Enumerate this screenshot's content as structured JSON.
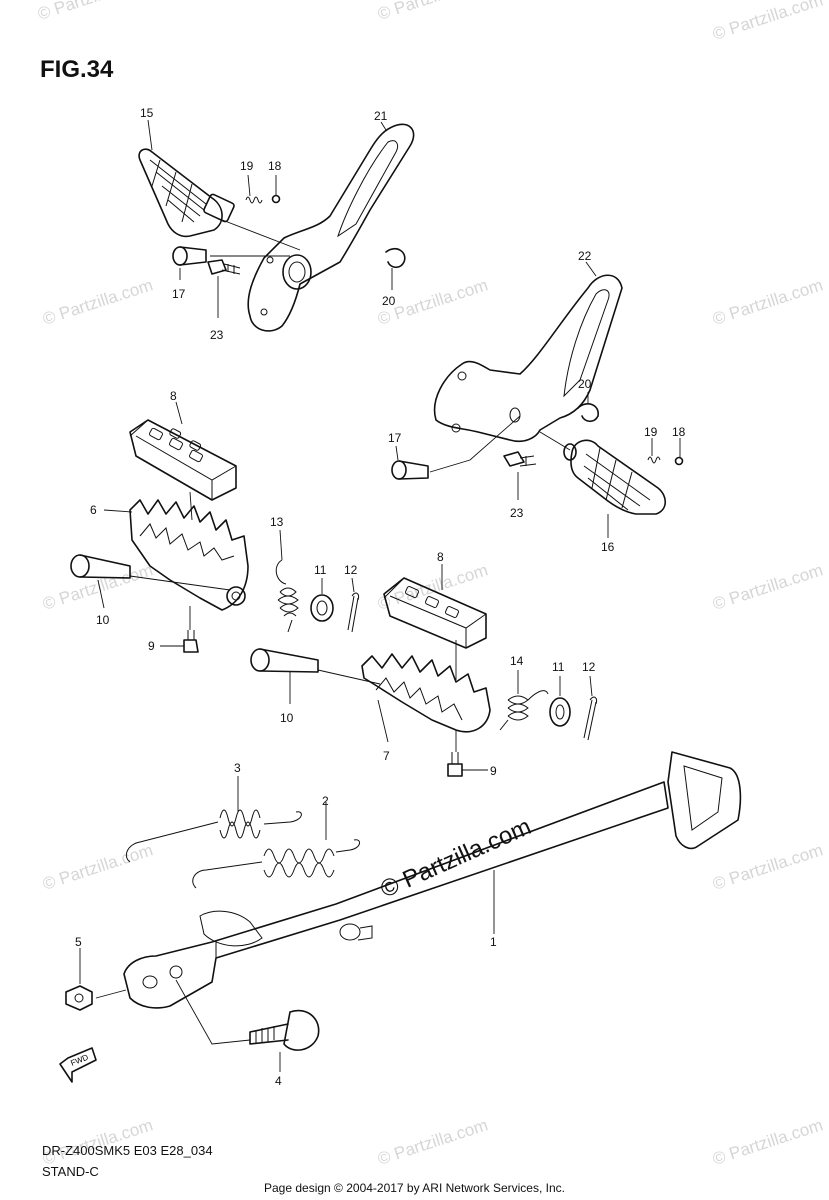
{
  "figure": {
    "title": "FIG.34"
  },
  "watermark": {
    "small": "© Partzilla.com",
    "large": "© Partzilla.com"
  },
  "fwd_label": "FWD",
  "callouts": {
    "c1": "1",
    "c2": "2",
    "c3": "3",
    "c4": "4",
    "c5": "5",
    "c6": "6",
    "c7": "7",
    "c8a": "8",
    "c8b": "8",
    "c9a": "9",
    "c9b": "9",
    "c10a": "10",
    "c10b": "10",
    "c11a": "11",
    "c11b": "11",
    "c12a": "12",
    "c12b": "12",
    "c13": "13",
    "c14": "14",
    "c15": "15",
    "c16": "16",
    "c17a": "17",
    "c17b": "17",
    "c18a": "18",
    "c18b": "18",
    "c19a": "19",
    "c19b": "19",
    "c20a": "20",
    "c20b": "20",
    "c21": "21",
    "c22": "22",
    "c23a": "23",
    "c23b": "23"
  },
  "footer": {
    "model": "DR-Z400SMK5 E03 E28_034",
    "section": "STAND-C",
    "credit": "Page design © 2004-2017 by ARI Network Services, Inc."
  }
}
